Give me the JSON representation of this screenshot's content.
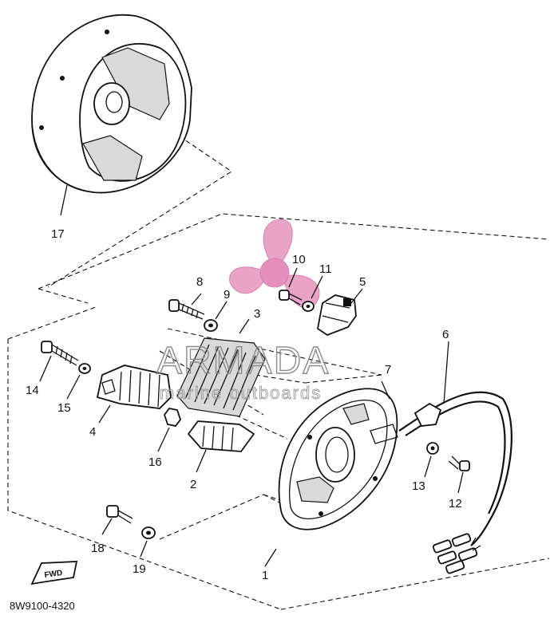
{
  "callouts": {
    "c1": "1",
    "c2": "2",
    "c3": "3",
    "c4": "4",
    "c5": "5",
    "c6": "6",
    "c7": "7",
    "c8": "8",
    "c9": "9",
    "c10": "10",
    "c11": "11",
    "c12": "12",
    "c13": "13",
    "c14": "14",
    "c15": "15",
    "c16": "16",
    "c17": "17",
    "c18": "18",
    "c19": "19"
  },
  "watermark": {
    "main": "ARMADA",
    "sub": "marine outboards"
  },
  "fwd_label": "FWD",
  "reference_code": "8W9100-4320",
  "colors": {
    "ink": "#111111",
    "logo": "#e9a3c6",
    "logo_center": "#e58fbc",
    "watermark": "#8a8a8a"
  }
}
